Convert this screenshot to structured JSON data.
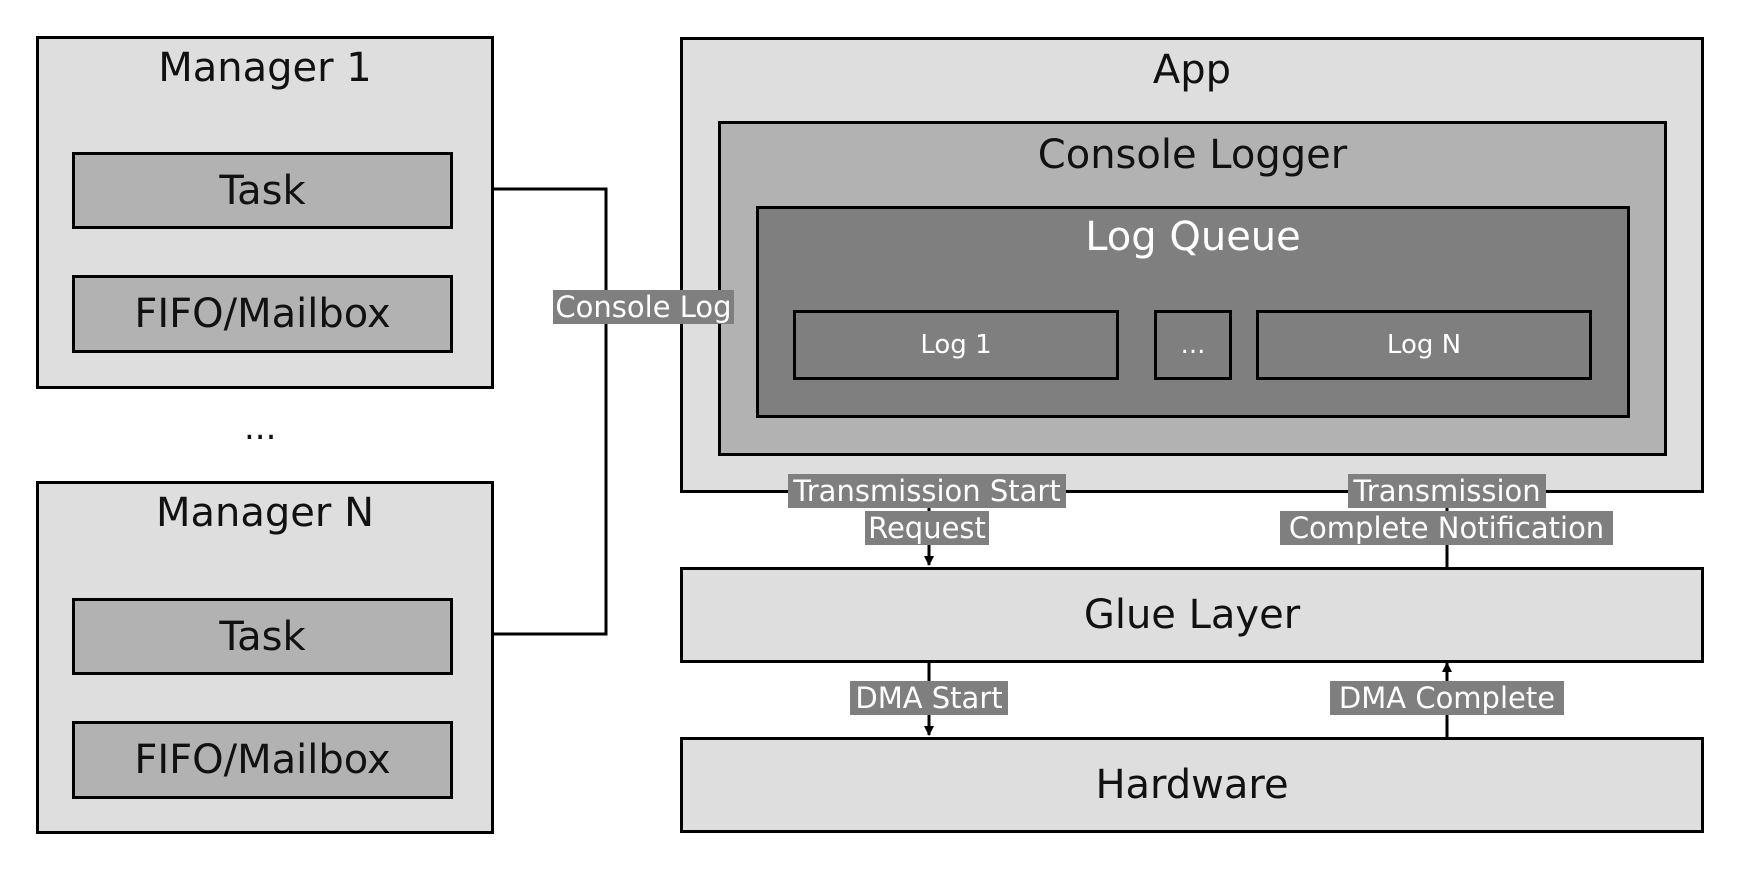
{
  "managers": [
    {
      "title": "Manager 1",
      "task": "Task",
      "fifo": "FIFO/Mailbox"
    },
    {
      "title": "Manager N",
      "task": "Task",
      "fifo": "FIFO/Mailbox"
    }
  ],
  "managers_ellipsis": "...",
  "app": {
    "title": "App",
    "console_logger": {
      "title": "Console Logger",
      "log_queue": {
        "title": "Log Queue",
        "log_first": "Log 1",
        "log_ellipsis": "...",
        "log_last": "Log N"
      }
    }
  },
  "glue_layer": "Glue Layer",
  "hardware": "Hardware",
  "labels": {
    "console_log": "Console Log",
    "transmission_start_line1": "Transmission Start",
    "transmission_start_line2": "Request",
    "transmission_complete_line1": "Transmission",
    "transmission_complete_line2": "Complete Notification",
    "dma_start": "DMA Start",
    "dma_complete": "DMA Complete"
  },
  "colors": {
    "light_box": "#dedede",
    "mid_box": "#b2b2b2",
    "dark_box": "#7f7f7f",
    "stroke": "#000000"
  }
}
